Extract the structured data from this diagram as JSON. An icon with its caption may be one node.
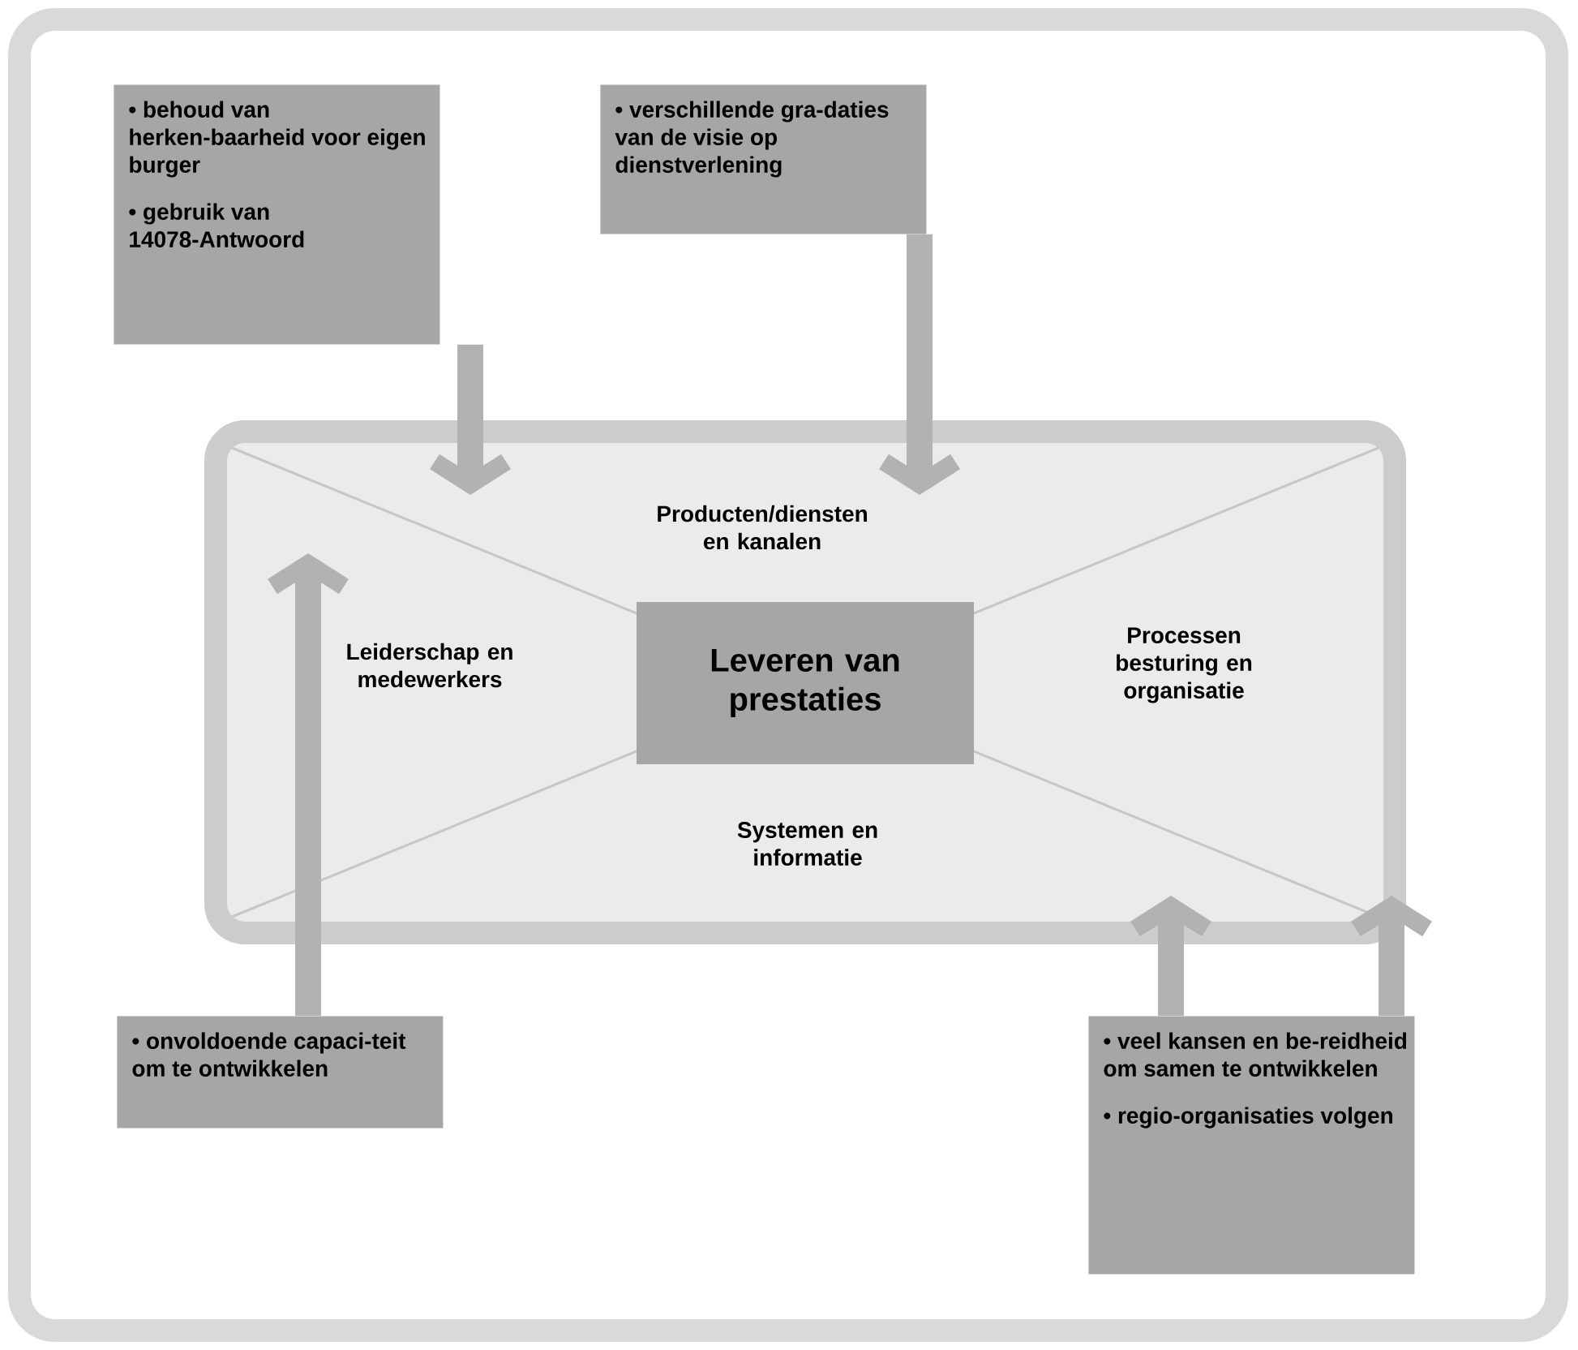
{
  "diagram": {
    "nodes": [
      {
        "text": [
          "• behoud van herken-baarheid voor eigen burger",
          "• gebruik van 14078-Antwoord"
        ]
      },
      {
        "text": [
          "• verschillende gra-daties van de visie op dienstverlening"
        ]
      },
      {
        "text": [
          "Producten/diensten en kanalen",
          "Leiderschap en medewerkers",
          "Processen besturing en organisatie",
          "Systemen en informatie"
        ]
      },
      {
        "text": [
          "Leveren van prestaties"
        ],
        "in": 2
      },
      {
        "text": [
          "• onvoldoende capaci-teit om te ontwikkelen"
        ]
      },
      {
        "text": [
          "• veel kansen en be-reidheid om samen te ontwikkelen",
          "• regio-organisaties volgen"
        ]
      }
    ],
    "edges": [
      {
        "from": 0,
        "to": 2,
        "arrow": "to"
      },
      {
        "from": 1,
        "to": 2,
        "arrow": "to"
      },
      {
        "from": 4,
        "to": 2,
        "arrow": "to"
      },
      {
        "from": 5,
        "to": 2,
        "arrow": "to"
      },
      {
        "from": 5,
        "to": 2,
        "arrow": "to"
      }
    ]
  }
}
